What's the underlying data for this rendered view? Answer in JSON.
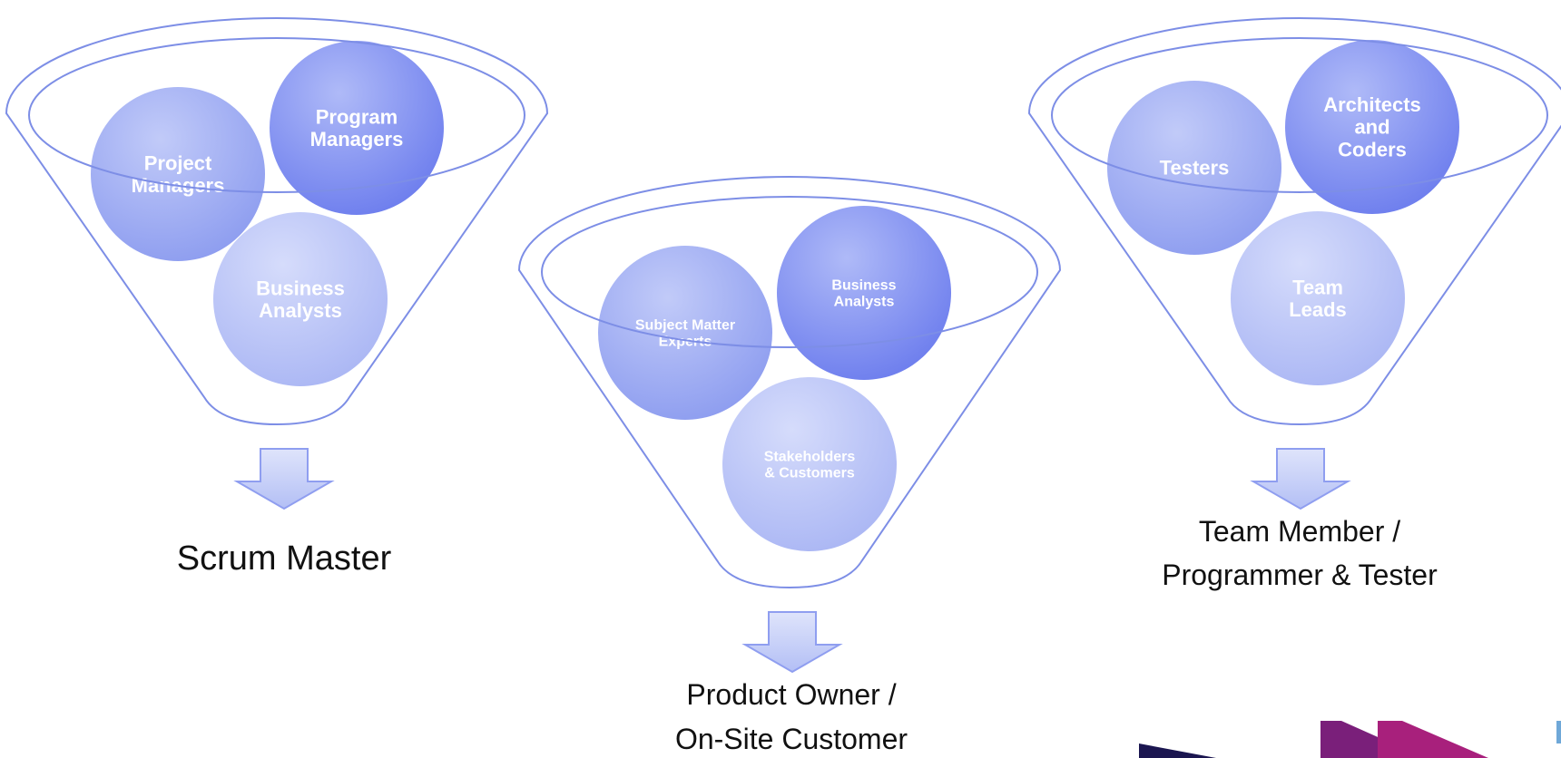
{
  "funnels": [
    {
      "id": "scrum-master",
      "circles": [
        {
          "lines": [
            "Project",
            "Managers"
          ],
          "tone": "mid"
        },
        {
          "lines": [
            "Program",
            "Managers"
          ],
          "tone": "dark"
        },
        {
          "lines": [
            "Business",
            "Analysts"
          ],
          "tone": "light"
        }
      ],
      "result": [
        "Scrum Master"
      ]
    },
    {
      "id": "product-owner",
      "circles": [
        {
          "lines": [
            "Subject Matter",
            "Experts"
          ],
          "tone": "mid"
        },
        {
          "lines": [
            "Business",
            "Analysts"
          ],
          "tone": "dark"
        },
        {
          "lines": [
            "Stakeholders",
            "& Customers"
          ],
          "tone": "light"
        }
      ],
      "result": [
        "Product Owner /",
        "On-Site Customer"
      ]
    },
    {
      "id": "team-member",
      "circles": [
        {
          "lines": [
            "Testers"
          ],
          "tone": "mid"
        },
        {
          "lines": [
            "Architects",
            "and",
            "Coders"
          ],
          "tone": "dark"
        },
        {
          "lines": [
            "Team",
            "Leads"
          ],
          "tone": "light"
        }
      ],
      "result": [
        "Team Member /",
        "Programmer & Tester"
      ]
    }
  ],
  "colors": {
    "outline": "#7d8ee6",
    "circle_dark": "#6b7ef0",
    "circle_mid": "#8f9ef0",
    "circle_light": "#b7c2f6",
    "arrow_fill": "#c3ccf6",
    "arrow_stroke": "#8f9ef0",
    "logo_purple": "#7a1f7a",
    "logo_magenta": "#a8207c",
    "logo_navy": "#1b1650"
  }
}
